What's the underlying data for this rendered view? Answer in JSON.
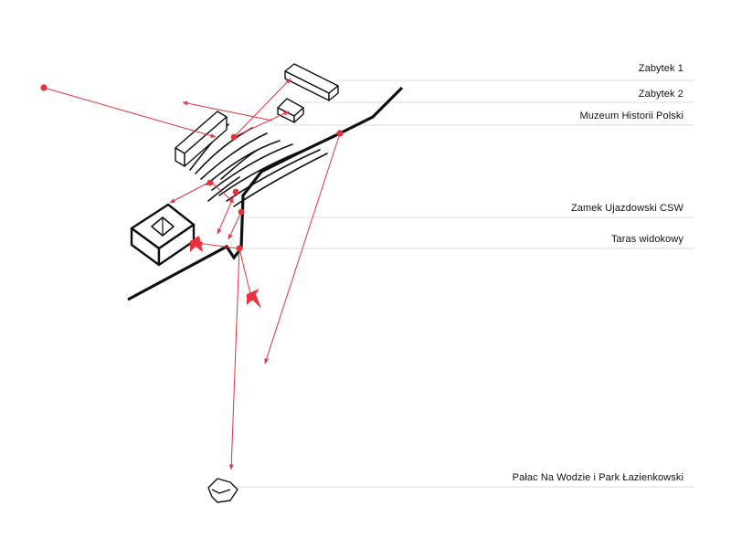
{
  "labels": {
    "zabytek1": "Zabytek 1",
    "zabytek2": "Zabytek 2",
    "muzeum": "Muzeum Historii Polski",
    "zamek": "Zamek Ujazdowski CSW",
    "taras": "Taras widokowy",
    "palac": "Pałac Na Wodzie i Park Łazienkowski"
  },
  "colors": {
    "sightline": "#e8323c",
    "outline": "#111111",
    "leader": "#cfcfcf"
  }
}
